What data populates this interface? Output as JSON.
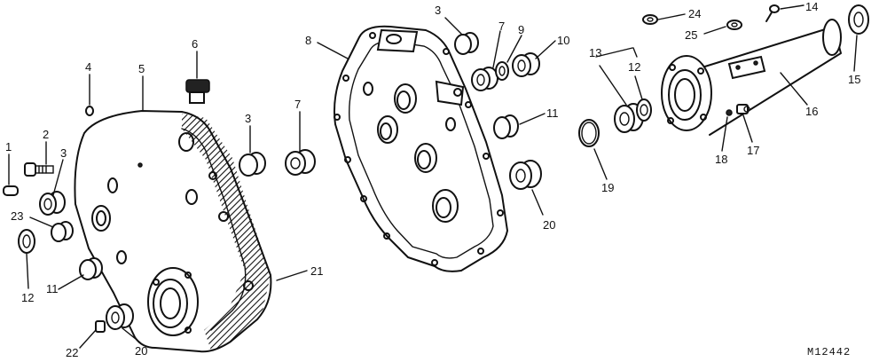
{
  "figure_ref": "M12442",
  "callouts": [
    {
      "id": "c1",
      "text": "1"
    },
    {
      "id": "c2",
      "text": "2"
    },
    {
      "id": "c3a",
      "text": "3"
    },
    {
      "id": "c23",
      "text": "23"
    },
    {
      "id": "c12a",
      "text": "12"
    },
    {
      "id": "c11a",
      "text": "11"
    },
    {
      "id": "c22",
      "text": "22"
    },
    {
      "id": "c20a",
      "text": "20"
    },
    {
      "id": "c4",
      "text": "4"
    },
    {
      "id": "c5",
      "text": "5"
    },
    {
      "id": "c6",
      "text": "6"
    },
    {
      "id": "c3b",
      "text": "3"
    },
    {
      "id": "c7a",
      "text": "7"
    },
    {
      "id": "c21",
      "text": "21"
    },
    {
      "id": "c8",
      "text": "8"
    },
    {
      "id": "c3c",
      "text": "3"
    },
    {
      "id": "c7b",
      "text": "7"
    },
    {
      "id": "c9",
      "text": "9"
    },
    {
      "id": "c10",
      "text": "10"
    },
    {
      "id": "c11b",
      "text": "11"
    },
    {
      "id": "c20b",
      "text": "20"
    },
    {
      "id": "c13",
      "text": "13"
    },
    {
      "id": "c12b",
      "text": "12"
    },
    {
      "id": "c19",
      "text": "19"
    },
    {
      "id": "c24",
      "text": "24"
    },
    {
      "id": "c25",
      "text": "25"
    },
    {
      "id": "c14",
      "text": "14"
    },
    {
      "id": "c15",
      "text": "15"
    },
    {
      "id": "c16",
      "text": "16"
    },
    {
      "id": "c18",
      "text": "18"
    },
    {
      "id": "c17",
      "text": "17"
    }
  ]
}
